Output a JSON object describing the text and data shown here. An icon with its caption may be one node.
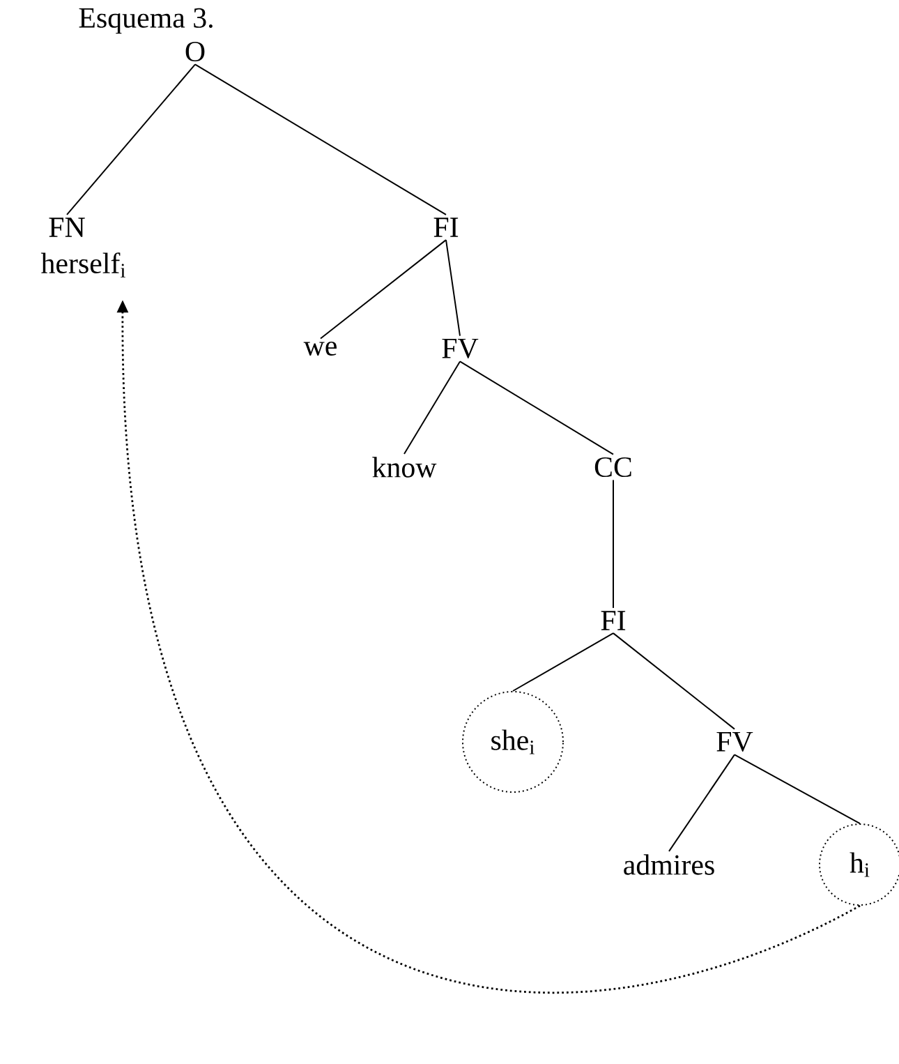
{
  "diagram": {
    "title": "Esquema 3.",
    "nodes": [
      {
        "text": [
          "O"
        ]
      },
      {
        "text": [
          "FN"
        ]
      },
      {
        "text": [
          "herself$_{i}$"
        ]
      },
      {
        "text": [
          "FI"
        ]
      },
      {
        "text": [
          "we"
        ]
      },
      {
        "text": [
          "FV"
        ]
      },
      {
        "text": [
          "know"
        ]
      },
      {
        "text": [
          "CC"
        ]
      },
      {
        "text": [
          "FI"
        ]
      },
      {
        "text": [
          "she$_{i}$"
        ]
      },
      {
        "text": [
          "FV"
        ]
      },
      {
        "text": [
          "admires"
        ]
      },
      {
        "text": [
          "h$_{i}$"
        ]
      }
    ],
    "edges": [
      {
        "from": 0,
        "to": 1,
        "arrow": "none"
      },
      {
        "from": 0,
        "to": 3,
        "arrow": "none"
      },
      {
        "from": 3,
        "to": 4,
        "arrow": "none"
      },
      {
        "from": 3,
        "to": 5,
        "arrow": "none"
      },
      {
        "from": 5,
        "to": 6,
        "arrow": "none"
      },
      {
        "from": 5,
        "to": 7,
        "arrow": "none"
      },
      {
        "from": 7,
        "to": 8,
        "arrow": "none"
      },
      {
        "from": 8,
        "to": 9,
        "arrow": "none"
      },
      {
        "from": 8,
        "to": 10,
        "arrow": "none"
      },
      {
        "from": 10,
        "to": 11,
        "arrow": "none"
      },
      {
        "from": 10,
        "to": 12,
        "arrow": "none"
      },
      {
        "from": 12,
        "to": 2,
        "arrow": "to",
        "style": "dashed"
      }
    ]
  }
}
